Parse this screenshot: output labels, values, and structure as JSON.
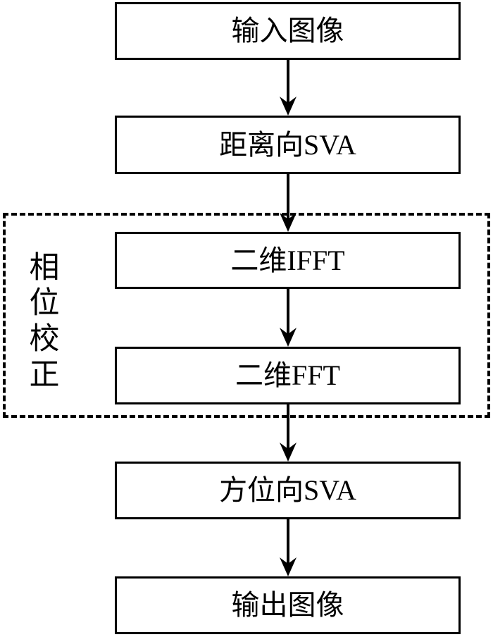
{
  "diagram": {
    "title": "SAR image phase correction processing flowchart",
    "colors": {
      "stroke": "#000000",
      "fill": "#ffffff",
      "background": "#ffffff"
    },
    "group": {
      "label": "相位校正",
      "label_chars": [
        "相",
        "位",
        "校",
        "正"
      ]
    },
    "nodes": [
      {
        "id": "input-image",
        "label": "输入图像"
      },
      {
        "id": "range-sva",
        "label": "距离向SVA"
      },
      {
        "id": "ifft-2d",
        "label": "二维IFFT"
      },
      {
        "id": "fft-2d",
        "label": "二维FFT"
      },
      {
        "id": "azimuth-sva",
        "label": "方位向SVA"
      },
      {
        "id": "output-image",
        "label": "输出图像"
      }
    ],
    "edges": [
      {
        "from": "输入图像",
        "to": "距离向SVA"
      },
      {
        "from": "距离向SVA",
        "to": "二维IFFT"
      },
      {
        "from": "二维IFFT",
        "to": "二维FFT"
      },
      {
        "from": "二维FFT",
        "to": "方位向SVA"
      },
      {
        "from": "方位向SVA",
        "to": "输出图像"
      }
    ]
  }
}
